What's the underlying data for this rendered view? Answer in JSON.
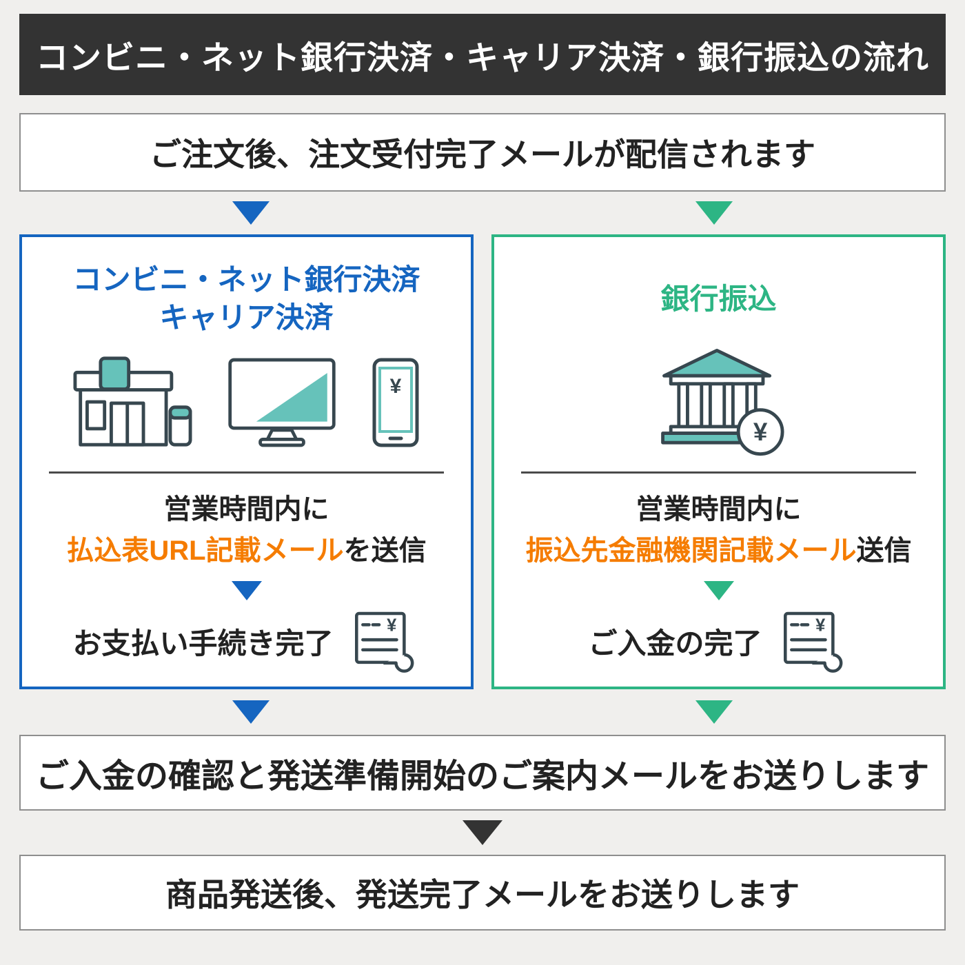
{
  "colors": {
    "header_bg": "#333333",
    "blue": "#1565c0",
    "green": "#2db584",
    "orange": "#f57c00",
    "icon_teal": "#66c2ba",
    "text_dark": "#222222"
  },
  "header": {
    "title": "コンビニ・ネット銀行決済・キャリア決済・銀行振込の流れ"
  },
  "step_order": {
    "text": "ご注文後、注文受付完了メールが配信されます"
  },
  "left_column": {
    "title_line1": "コンビニ・ネット銀行決済",
    "title_line2": "キャリア決済",
    "note_line1": "営業時間内に",
    "note_highlight": "払込表URL記載メール",
    "note_suffix": "を送信",
    "done_text": "お支払い手続き完了",
    "phone_yen": "¥"
  },
  "right_column": {
    "title": "銀行振込",
    "note_line1": "営業時間内に",
    "note_highlight": "振込先金融機関記載メール",
    "note_suffix": "送信",
    "done_text": "ご入金の完了",
    "bank_yen": "¥"
  },
  "receipt_yen": "¥",
  "step_confirm": {
    "text": "ご入金の確認と発送準備開始のご案内メールをお送りします"
  },
  "step_ship": {
    "text": "商品発送後、発送完了メールをお送りします"
  }
}
